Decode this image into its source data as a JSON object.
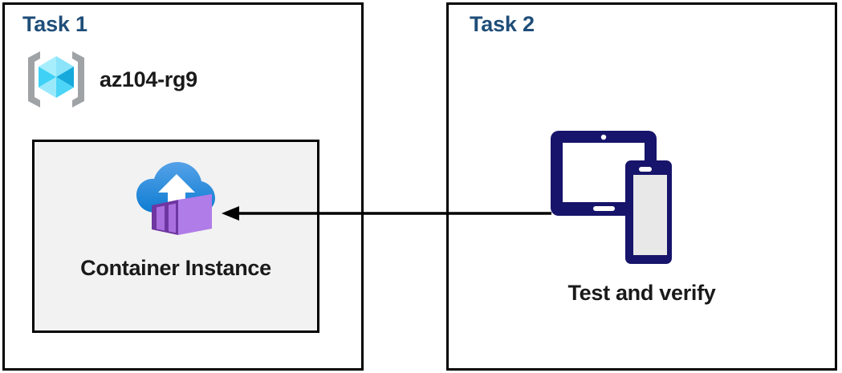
{
  "diagram": {
    "title": "Azure Container Instance task diagram",
    "background_color": "#FFFFFF",
    "heading_color": "#1F4E79",
    "border_color": "#000000",
    "inner_box_fill": "#F2F2F2"
  },
  "panels": [
    {
      "id": "task1",
      "title": "Task 1",
      "resource_group": {
        "icon": "azure-resource-group-icon",
        "label": "az104-rg9",
        "icon_colors": {
          "bracket": "#A0A3A6",
          "cube_light": "#9FEBFB",
          "cube_mid": "#32CDF4",
          "cube_dark": "#1BA5D4"
        }
      },
      "resource": {
        "icon": "container-instance-icon",
        "label": "Container Instance",
        "icon_colors": {
          "cloud_top": "#50A0E8",
          "cloud_bottom": "#0F7FD4",
          "arrow": "#FFFFFF",
          "box_front": "#7B3FA0",
          "box_side": "#B07CE8",
          "box_slat": "#9A62D0"
        }
      }
    },
    {
      "id": "task2",
      "title": "Task 2",
      "resource": {
        "icon": "devices-test-icon",
        "label": "Test and verify",
        "icon_colors": {
          "device_navy": "#17146B",
          "tablet_screen": "#FFFFFF",
          "phone_screen": "#E8E8E8"
        }
      }
    }
  ],
  "connector": {
    "name": "arrow-task2-to-task1",
    "direction": "right-to-left",
    "from": "Test and verify",
    "to": "Container Instance",
    "color": "#000000"
  }
}
